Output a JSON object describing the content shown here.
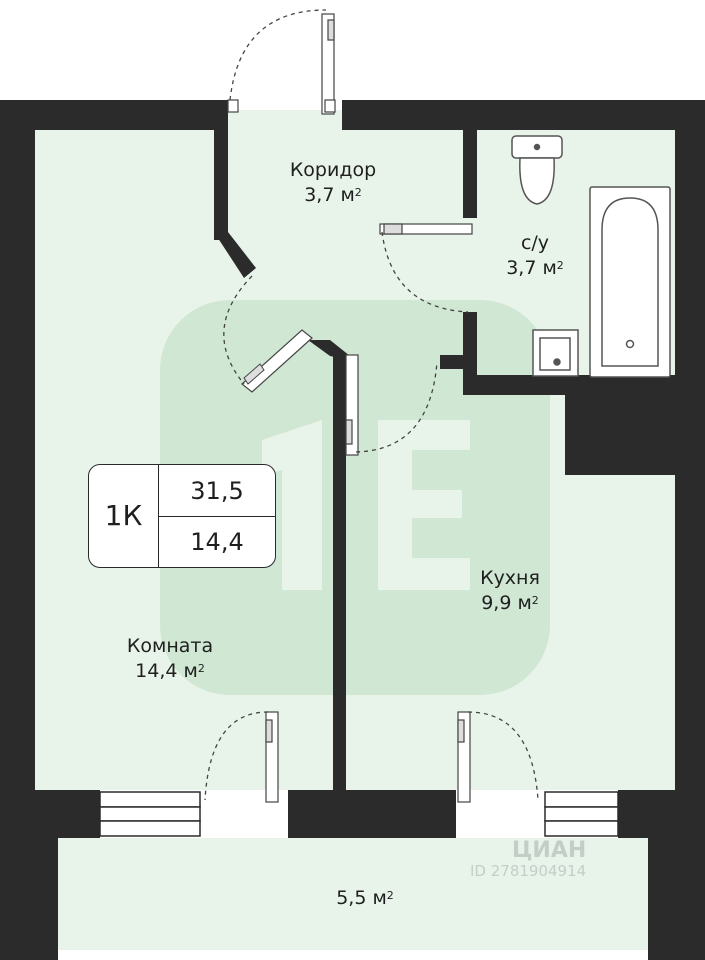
{
  "rooms": {
    "corridor": {
      "name": "Коридор",
      "area": "3,7 м",
      "unit_sup": "2"
    },
    "bathroom": {
      "name": "с/у",
      "area": "3,7 м",
      "unit_sup": "2"
    },
    "kitchen": {
      "name": "Кухня",
      "area": "9,9 м",
      "unit_sup": "2"
    },
    "room": {
      "name": "Комната",
      "area": "14,4 м",
      "unit_sup": "2"
    },
    "balcony": {
      "area": "5,5 м",
      "unit_sup": "2"
    }
  },
  "badge": {
    "type": "1К",
    "total_area": "31,5",
    "living_area": "14,4"
  },
  "watermark": {
    "logo_text": "1E",
    "site_text": "ЦИАН",
    "id_text": "ID 2781904914"
  },
  "colors": {
    "wall": "#2b2b2b",
    "floor": "#e8f4ea",
    "logo": "#cfe7d3",
    "outline": "#555555"
  },
  "icons": [
    "door-swing-icon",
    "toilet-icon",
    "bathtub-icon",
    "sink-icon",
    "window-icon"
  ]
}
